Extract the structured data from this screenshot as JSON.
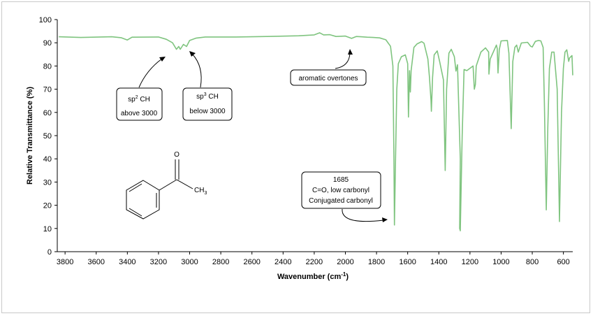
{
  "chart_data": {
    "type": "line",
    "xlabel": "Wavenumber (cm",
    "xlabel_sup": "-1",
    "xlabel_end": ")",
    "ylabel": "Relative Transmittance (%)",
    "xlim": [
      3850,
      540
    ],
    "ylim": [
      0,
      100
    ],
    "x_ticks": [
      3800,
      3600,
      3400,
      3200,
      3000,
      2800,
      2600,
      2400,
      2200,
      2000,
      1800,
      1600,
      1400,
      1200,
      1000,
      800,
      600
    ],
    "y_ticks": [
      0,
      10,
      20,
      30,
      40,
      50,
      60,
      70,
      80,
      90,
      100
    ],
    "grid": false,
    "series": [
      {
        "color": "#7fc47f",
        "points": [
          [
            3840,
            92.6
          ],
          [
            3700,
            92.3
          ],
          [
            3500,
            92.6
          ],
          [
            3440,
            92.2
          ],
          [
            3400,
            91.2
          ],
          [
            3370,
            92.4
          ],
          [
            3200,
            92.5
          ],
          [
            3150,
            91.5
          ],
          [
            3110,
            90
          ],
          [
            3085,
            87.2
          ],
          [
            3070,
            88.4
          ],
          [
            3060,
            87.2
          ],
          [
            3040,
            89.3
          ],
          [
            3020,
            88.4
          ],
          [
            3000,
            91
          ],
          [
            2960,
            92
          ],
          [
            2900,
            92.5
          ],
          [
            2700,
            92.5
          ],
          [
            2500,
            92.7
          ],
          [
            2300,
            93
          ],
          [
            2200,
            93.4
          ],
          [
            2165,
            94.3
          ],
          [
            2140,
            93.4
          ],
          [
            2100,
            93.5
          ],
          [
            2060,
            92.7
          ],
          [
            2000,
            92.9
          ],
          [
            1960,
            91.9
          ],
          [
            1930,
            92.7
          ],
          [
            1900,
            92.6
          ],
          [
            1860,
            92.4
          ],
          [
            1820,
            92.3
          ],
          [
            1780,
            92.1
          ],
          [
            1740,
            91.3
          ],
          [
            1710,
            88.5
          ],
          [
            1695,
            80
          ],
          [
            1688,
            40
          ],
          [
            1685,
            11.5
          ],
          [
            1678,
            40
          ],
          [
            1670,
            70
          ],
          [
            1660,
            81
          ],
          [
            1640,
            84
          ],
          [
            1615,
            84.8
          ],
          [
            1600,
            81
          ],
          [
            1595,
            58
          ],
          [
            1588,
            78
          ],
          [
            1583,
            68.8
          ],
          [
            1578,
            78
          ],
          [
            1560,
            88
          ],
          [
            1540,
            89.5
          ],
          [
            1510,
            90.5
          ],
          [
            1495,
            89.8
          ],
          [
            1470,
            83
          ],
          [
            1460,
            75
          ],
          [
            1450,
            65
          ],
          [
            1448,
            60.5
          ],
          [
            1440,
            75
          ],
          [
            1430,
            84.8
          ],
          [
            1410,
            86.5
          ],
          [
            1395,
            82
          ],
          [
            1370,
            74
          ],
          [
            1359,
            35
          ],
          [
            1350,
            70
          ],
          [
            1335,
            85.5
          ],
          [
            1320,
            87.2
          ],
          [
            1300,
            84
          ],
          [
            1290,
            77.8
          ],
          [
            1280,
            80.5
          ],
          [
            1262,
            40
          ],
          [
            1266,
            10
          ],
          [
            1262,
            9
          ],
          [
            1250,
            50
          ],
          [
            1238,
            78.5
          ],
          [
            1220,
            78
          ],
          [
            1180,
            80
          ],
          [
            1172,
            70
          ],
          [
            1165,
            72
          ],
          [
            1160,
            80
          ],
          [
            1130,
            86
          ],
          [
            1100,
            87.8
          ],
          [
            1080,
            86
          ],
          [
            1078,
            76.5
          ],
          [
            1070,
            83
          ],
          [
            1030,
            89
          ],
          [
            1025,
            87.5
          ],
          [
            1020,
            77
          ],
          [
            1012,
            87
          ],
          [
            1000,
            90.8
          ],
          [
            960,
            91
          ],
          [
            950,
            85.5
          ],
          [
            935,
            53
          ],
          [
            925,
            82
          ],
          [
            912,
            88
          ],
          [
            900,
            89
          ],
          [
            890,
            86
          ],
          [
            870,
            89.9
          ],
          [
            830,
            90.2
          ],
          [
            810,
            88.5
          ],
          [
            800,
            88.2
          ],
          [
            780,
            90.6
          ],
          [
            760,
            91
          ],
          [
            745,
            90.8
          ],
          [
            730,
            88
          ],
          [
            722,
            64
          ],
          [
            710,
            18
          ],
          [
            700,
            53.5
          ],
          [
            690,
            79
          ],
          [
            675,
            86
          ],
          [
            660,
            86
          ],
          [
            640,
            70
          ],
          [
            625,
            13
          ],
          [
            612,
            60
          ],
          [
            600,
            79
          ],
          [
            590,
            86
          ],
          [
            578,
            87
          ],
          [
            566,
            82
          ],
          [
            560,
            83.5
          ],
          [
            545,
            84.5
          ],
          [
            540,
            76
          ]
        ]
      }
    ],
    "annotations": [
      {
        "line1": "sp",
        "sup": "2",
        "rest": " CH",
        "line2": "above 3000",
        "target_x": 3080,
        "target_y": 87
      },
      {
        "line1": "sp",
        "sup": "3",
        "rest": " CH",
        "line2": "below 3000",
        "target_x": 3000,
        "target_y": 89
      },
      {
        "text": "aromatic overtones",
        "target_x": 1930,
        "target_y": 91
      },
      {
        "line1": "1685",
        "line2": "C=O, low carbonyl",
        "line3": "Conjugated carbonyl",
        "target_x": 1670,
        "target_y": 12
      }
    ],
    "molecule": {
      "atom_o": "O",
      "atom_ch3": "CH",
      "ch3_sub": "3"
    }
  }
}
